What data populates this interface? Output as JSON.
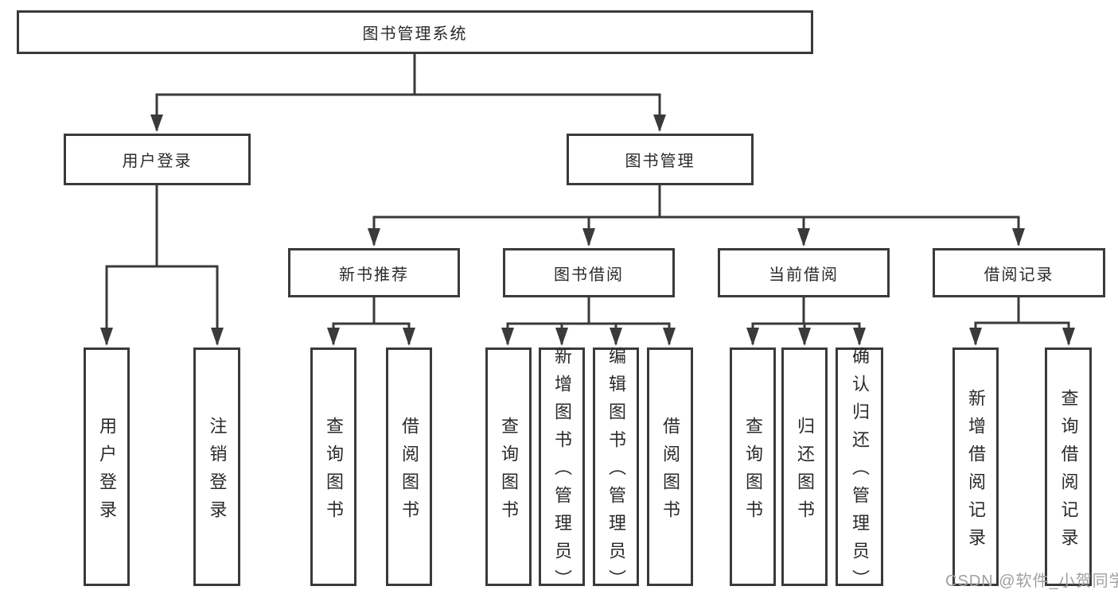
{
  "tree": {
    "root": "图书管理系统",
    "branches": [
      {
        "label": "用户登录",
        "children": [
          "用户登录",
          "注销登录"
        ]
      },
      {
        "label": "图书管理",
        "groups": [
          {
            "label": "新书推荐",
            "children": [
              "查询图书",
              "借阅图书"
            ]
          },
          {
            "label": "图书借阅",
            "children": [
              "查询图书",
              "新增图书（管理员）",
              "编辑图书（管理员）",
              "借阅图书"
            ]
          },
          {
            "label": "当前借阅",
            "children": [
              "查询图书",
              "归还图书",
              "确认归还（管理员）"
            ]
          },
          {
            "label": "借阅记录",
            "children": [
              "新增借阅记录",
              "查询借阅记录"
            ]
          }
        ]
      }
    ]
  },
  "watermark": "CSDN @软件_小贺同学",
  "colors": {
    "line": "#3a3a3a",
    "text": "#2a2a2a",
    "watermark": "#a0a0a0",
    "background": "#ffffff"
  }
}
